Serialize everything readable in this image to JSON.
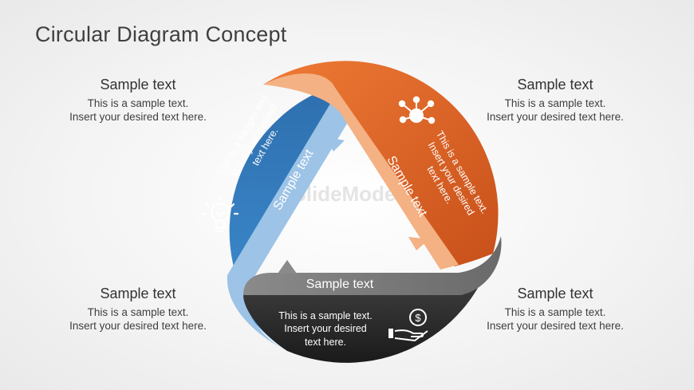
{
  "title": "Circular Diagram Concept",
  "watermark": "SlideModel",
  "blocks": {
    "top_left": {
      "heading": "Sample text",
      "line1": "This is a sample text.",
      "line2": "Insert your desired text here."
    },
    "top_right": {
      "heading": "Sample text",
      "line1": "This is a sample text.",
      "line2": "Insert your desired text here."
    },
    "bottom_left": {
      "heading": "Sample text",
      "line1": "This is a sample text.",
      "line2": "Insert your desired text here."
    },
    "bottom_right": {
      "heading": "Sample text",
      "line1": "This is a sample text.",
      "line2": "Insert your desired text here."
    }
  },
  "segments": {
    "blue": {
      "ribbon_label": "Sample text",
      "line1": "This is a sample text.",
      "line2": "Insert your desired",
      "line3": "text here.",
      "icon": "lightbulb-icon"
    },
    "orange": {
      "ribbon_label": "Sample text",
      "line1": "This is a sample text.",
      "line2": "Insert your desired",
      "line3": "text here.",
      "icon": "network-icon"
    },
    "dark": {
      "ribbon_label": "Sample text",
      "line1": "This is a sample text.",
      "line2": "Insert your desired",
      "line3": "text here.",
      "icon": "money-hand-icon"
    }
  },
  "colors": {
    "blue": "#2f75b5",
    "blue_light": "#9dc3e6",
    "orange": "#e8692a",
    "orange_light": "#f4b183",
    "dark": "#262626",
    "gray": "#7f7f7f"
  }
}
